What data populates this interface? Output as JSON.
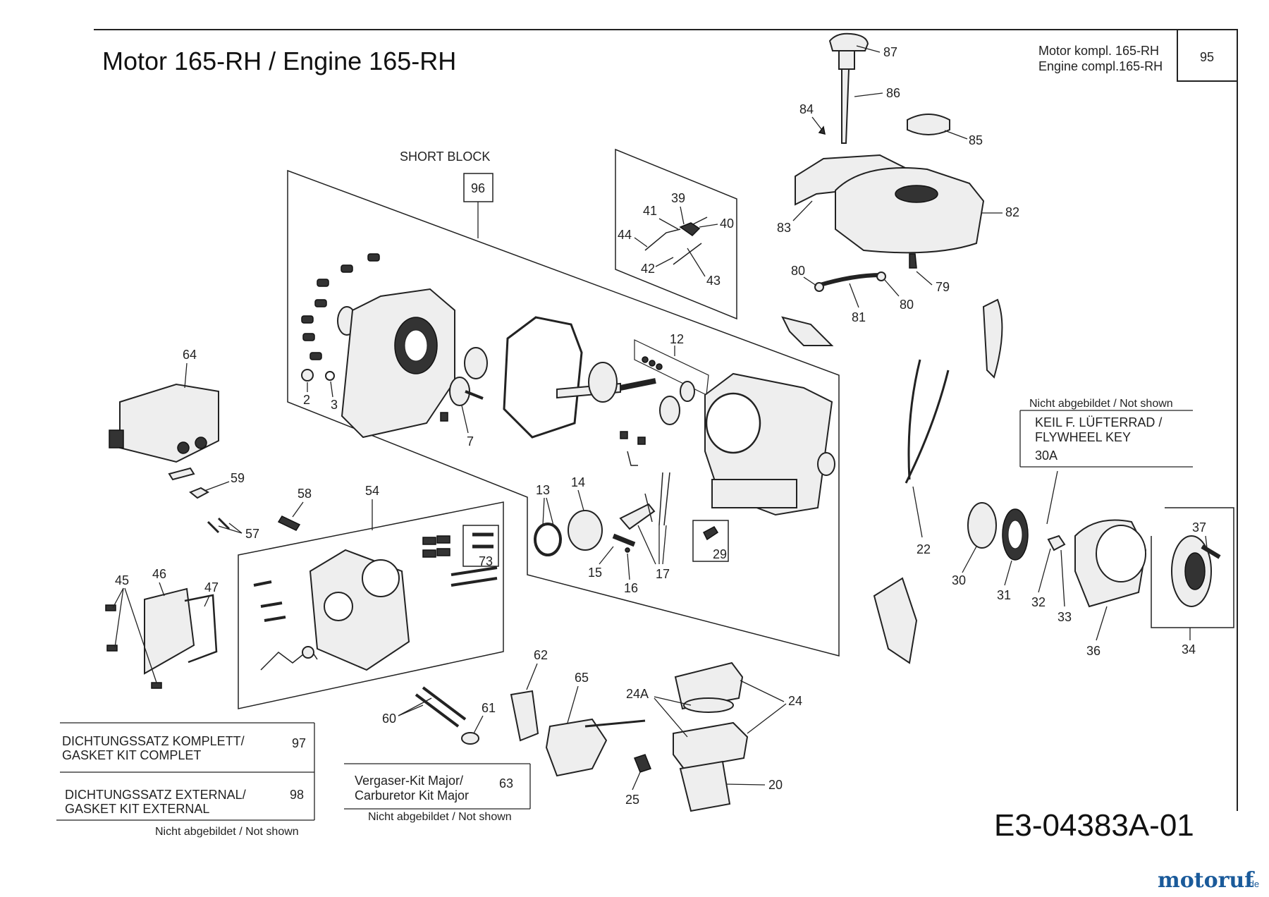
{
  "title": "Motor  165-RH / Engine  165-RH",
  "complete": {
    "line1": "Motor kompl. 165-RH",
    "line2": "Engine compl.165-RH",
    "number": "95"
  },
  "short_block": {
    "label": "SHORT BLOCK",
    "number": "96"
  },
  "not_shown_box": {
    "heading": "Nicht abgebildet / Not shown",
    "line1": "KEIL F. LÜFTERRAD /",
    "line2": "FLYWHEEL KEY",
    "number": "30A"
  },
  "gasket_complete": {
    "line1": "DICHTUNGSSATZ KOMPLETT/",
    "line2": "GASKET KIT COMPLET",
    "number": "97"
  },
  "gasket_external": {
    "line1": "DICHTUNGSSATZ EXTERNAL/",
    "line2": "GASKET KIT EXTERNAL",
    "number": "98",
    "note": "Nicht abgebildet / Not shown"
  },
  "carb_kit": {
    "line1": "Vergaser-Kit Major/",
    "line2": "Carburetor Kit Major",
    "number": "63",
    "note": "Nicht abgebildet / Not shown"
  },
  "drawing_code": "E3-04383A-01",
  "watermark": {
    "brand": "motoruf",
    "tld": ".de",
    "brand_color": "#1a5a9a",
    "dot_color": "#e8a317"
  },
  "callouts": [
    "87",
    "86",
    "84",
    "85",
    "83",
    "82",
    "80",
    "79",
    "80",
    "81",
    "39",
    "41",
    "40",
    "44",
    "42",
    "43",
    "12",
    "64",
    "2",
    "3",
    "7",
    "13",
    "14",
    "15",
    "16",
    "17",
    "29",
    "22",
    "59",
    "58",
    "54",
    "57",
    "73",
    "45",
    "46",
    "47",
    "62",
    "65",
    "60",
    "61",
    "24A",
    "24",
    "25",
    "20",
    "30",
    "31",
    "32",
    "33",
    "36",
    "37",
    "34"
  ]
}
